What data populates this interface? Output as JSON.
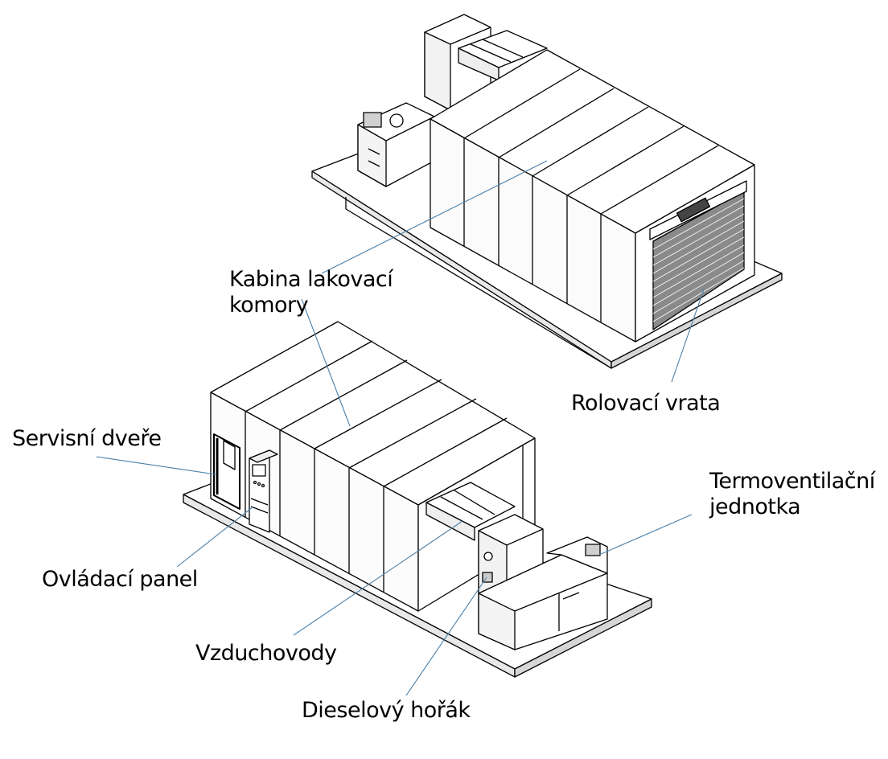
{
  "labels": {
    "booth_cabin_line1": "Kabina lakovací",
    "booth_cabin_line2": "komory",
    "roller_door": "Rolovací vrata",
    "service_door": "Servisní dveře",
    "heat_vent_unit_line1": "Termoventilační",
    "heat_vent_unit_line2": "jednotka",
    "control_panel": "Ovládací panel",
    "air_ducts": "Vzduchovody",
    "diesel_burner": "Dieselový hořák"
  },
  "colors": {
    "line": "#000000",
    "leader": "#4a7fa8",
    "fill": "#ffffff",
    "shade": "#cfcfcf"
  }
}
